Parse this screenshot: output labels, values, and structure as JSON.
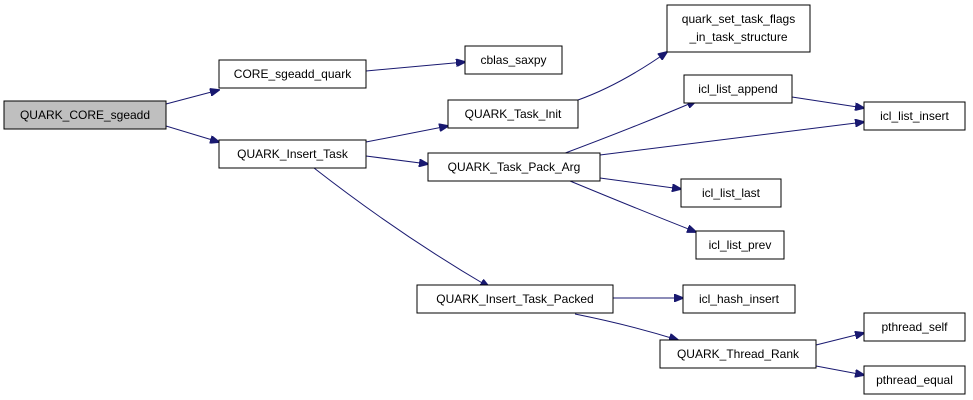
{
  "graph": {
    "nodes": {
      "root": "QUARK_CORE_sgeadd",
      "core_sgeadd_quark": "CORE_sgeadd_quark",
      "cblas_saxpy": "cblas_saxpy",
      "quark_insert_task": "QUARK_Insert_Task",
      "quark_task_init": "QUARK_Task_Init",
      "quark_set_task_flags_line1": "quark_set_task_flags",
      "quark_set_task_flags_line2": "_in_task_structure",
      "icl_list_append": "icl_list_append",
      "icl_list_insert": "icl_list_insert",
      "quark_task_pack_arg": "QUARK_Task_Pack_Arg",
      "icl_list_last": "icl_list_last",
      "icl_list_prev": "icl_list_prev",
      "quark_insert_task_packed": "QUARK_Insert_Task_Packed",
      "icl_hash_insert": "icl_hash_insert",
      "quark_thread_rank": "QUARK_Thread_Rank",
      "pthread_self": "pthread_self",
      "pthread_equal": "pthread_equal"
    },
    "colors": {
      "edge": "#191970",
      "root_fill": "#bfbfbf",
      "node_fill": "#ffffff",
      "node_stroke": "#000000"
    }
  }
}
